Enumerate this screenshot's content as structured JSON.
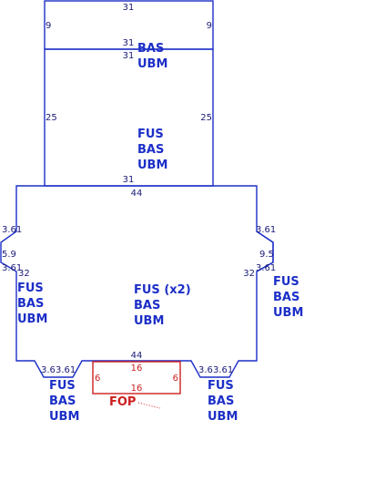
{
  "colors": {
    "outline": "#1c2fc7",
    "dims": "#1a1a7a",
    "fop": "#cc2020"
  },
  "top_box": {
    "width_top": "31",
    "side_left": "9",
    "side_right": "9"
  },
  "box2": {
    "width_top": "31",
    "width_top_inner": "31",
    "side_left": "25",
    "side_right": "25",
    "width_bottom": "31",
    "top_labels": [
      "BAS",
      "UBM"
    ],
    "mid_labels": [
      "FUS",
      "BAS",
      "UBM"
    ]
  },
  "main_box": {
    "width_top": "44",
    "width_bottom": "44",
    "left_dims": [
      "3.61",
      "5.9",
      "3.61",
      "32"
    ],
    "right_dims": [
      "3.61",
      "9.5",
      "3.61",
      "32"
    ],
    "center_labels": [
      "FUS (x2)",
      "BAS",
      "UBM"
    ],
    "left_labels": [
      "FUS",
      "BAS",
      "UBM"
    ],
    "right_labels": [
      "FUS",
      "BAS",
      "UBM"
    ]
  },
  "bottom_left_tab": {
    "dims": [
      "3.6",
      "3.61"
    ],
    "labels": [
      "FUS",
      "BAS",
      "UBM"
    ]
  },
  "bottom_right_tab": {
    "dims": [
      "3.6",
      "3.61"
    ],
    "labels": [
      "FUS",
      "BAS",
      "UBM"
    ]
  },
  "fop_box": {
    "top": "16",
    "bottom": "16",
    "left": "6",
    "right": "6",
    "label": "FOP"
  }
}
